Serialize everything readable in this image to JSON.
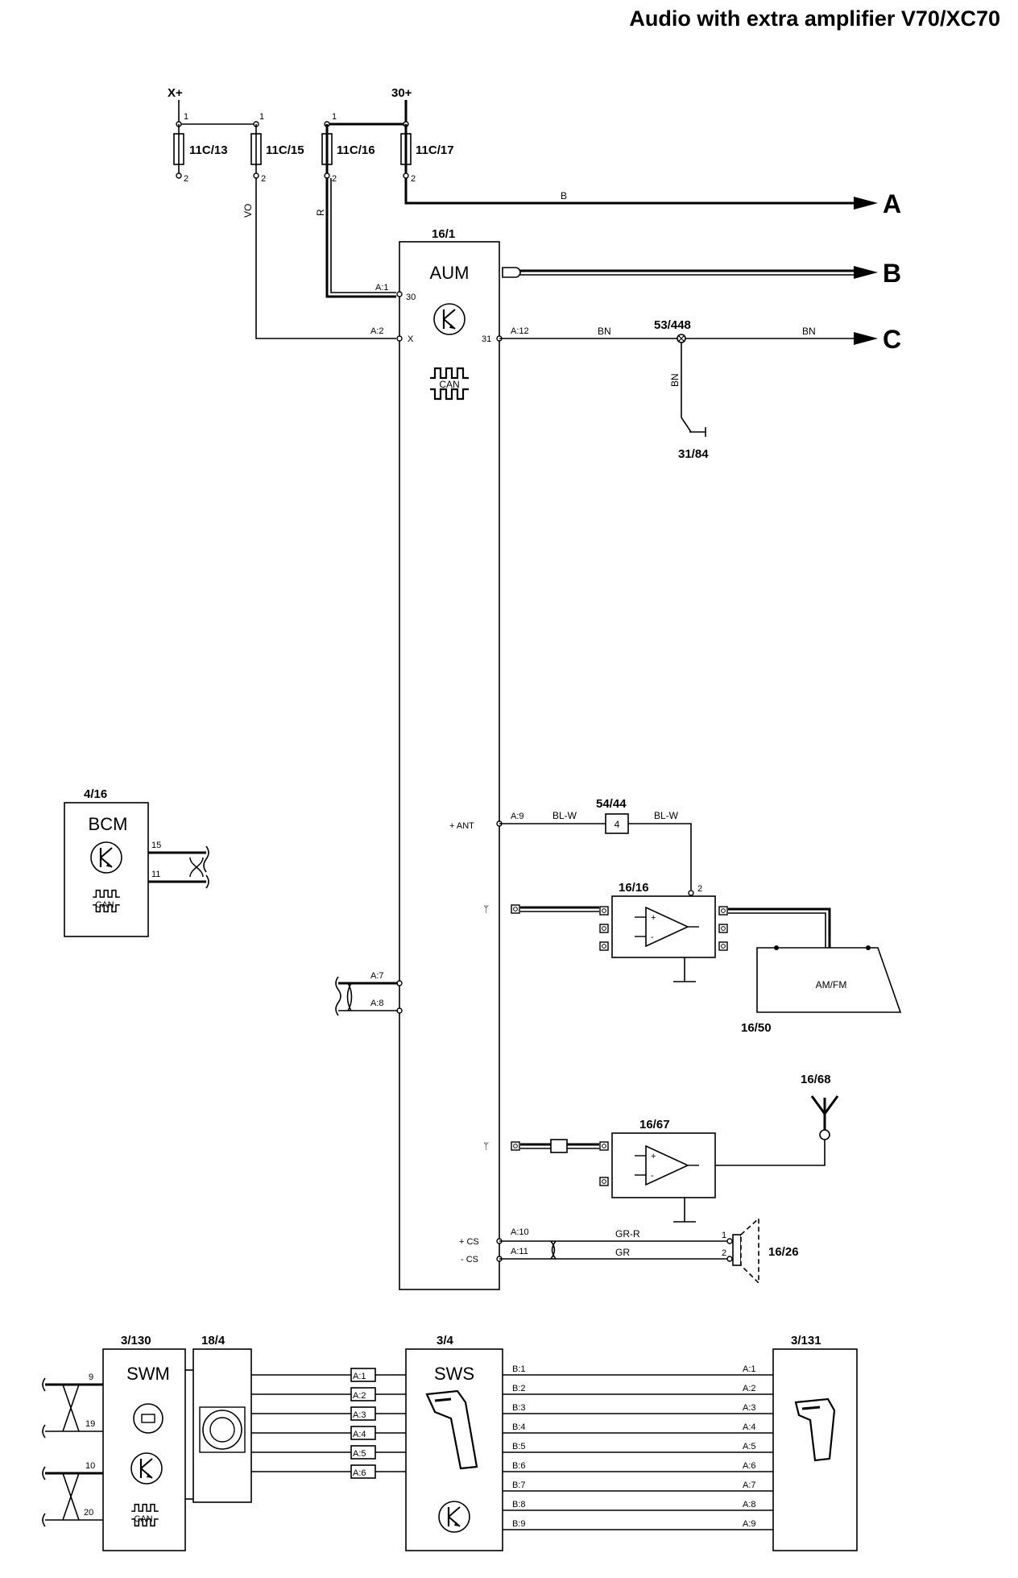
{
  "title": "Audio with extra amplifier V70/XC70",
  "supplies": {
    "x_plus": "X+",
    "k30_plus": "30+"
  },
  "fuses": [
    {
      "id": "11C/13",
      "top_pin": "1",
      "bottom_pin": "2"
    },
    {
      "id": "11C/15",
      "top_pin": "1",
      "bottom_pin": "2"
    },
    {
      "id": "11C/16",
      "top_pin": "1",
      "bottom_pin": "2"
    },
    {
      "id": "11C/17",
      "top_pin": "1",
      "bottom_pin": "2"
    }
  ],
  "wire_colors": {
    "vo": "VO",
    "r": "R",
    "b": "B",
    "bn": "BN",
    "bl_w": "BL-W",
    "gr_r": "GR-R",
    "gr": "GR"
  },
  "connectors_out": [
    "A",
    "B",
    "C"
  ],
  "aum": {
    "id": "16/1",
    "name": "AUM",
    "can": "CAN",
    "pins": {
      "a1": "A:1",
      "p30": "30",
      "a2": "A:2",
      "x": "X",
      "p31": "31",
      "a12": "A:12",
      "ant": "+ ANT",
      "a9": "A:9",
      "a7": "A:7",
      "a8": "A:8",
      "cs_plus": "+ CS",
      "cs_minus": "- CS",
      "a10": "A:10",
      "a11": "A:11"
    }
  },
  "splice": "53/448",
  "ground": "31/84",
  "connector_5444": {
    "id": "54/44",
    "pin": "4"
  },
  "bcm": {
    "id": "4/16",
    "name": "BCM",
    "can": "CAN",
    "pins": [
      "15",
      "11"
    ]
  },
  "amp_1616": {
    "id": "16/16",
    "pin": "2"
  },
  "radio": {
    "id": "16/50",
    "label": "AM/FM"
  },
  "amp_1667": {
    "id": "16/67"
  },
  "antenna": {
    "id": "16/68"
  },
  "speaker": {
    "id": "16/26",
    "pins": [
      "1",
      "2"
    ]
  },
  "swm": {
    "id": "3/130",
    "name": "SWM",
    "can": "CAN",
    "pins": [
      "9",
      "19",
      "10",
      "20"
    ]
  },
  "clockspring": {
    "id": "18/4"
  },
  "a_pins": [
    "A:1",
    "A:2",
    "A:3",
    "A:4",
    "A:5",
    "A:6"
  ],
  "sws": {
    "id": "3/4",
    "name": "SWS"
  },
  "b_pins": [
    "B:1",
    "B:2",
    "B:3",
    "B:4",
    "B:5",
    "B:6",
    "B:7",
    "B:8",
    "B:9"
  ],
  "sw_3131": {
    "id": "3/131",
    "pins": [
      "A:1",
      "A:2",
      "A:3",
      "A:4",
      "A:5",
      "A:6",
      "A:7",
      "A:8",
      "A:9"
    ]
  }
}
